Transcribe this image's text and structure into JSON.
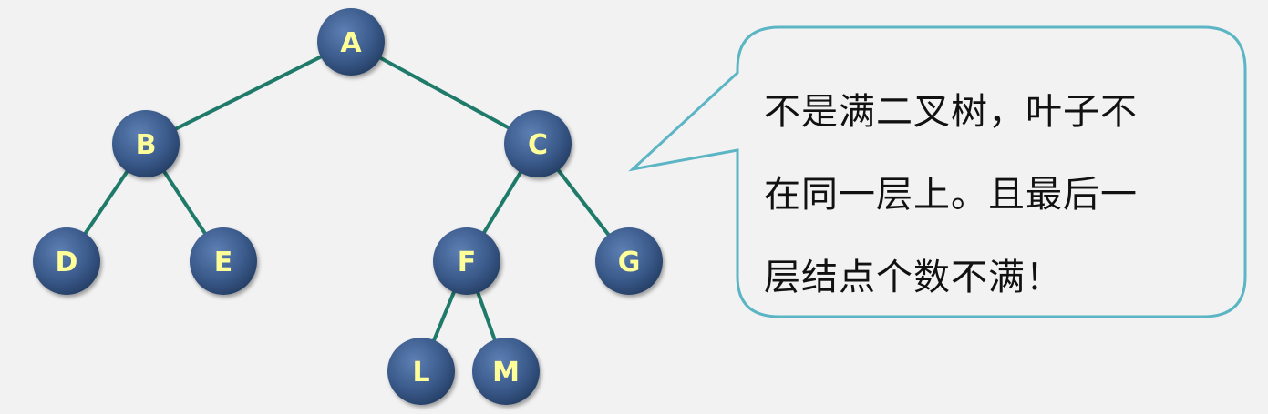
{
  "tree": {
    "nodes": [
      {
        "id": "A",
        "label": "A"
      },
      {
        "id": "B",
        "label": "B"
      },
      {
        "id": "C",
        "label": "C"
      },
      {
        "id": "D",
        "label": "D"
      },
      {
        "id": "E",
        "label": "E"
      },
      {
        "id": "F",
        "label": "F"
      },
      {
        "id": "G",
        "label": "G"
      },
      {
        "id": "L",
        "label": "L"
      },
      {
        "id": "M",
        "label": "M"
      }
    ],
    "edges": [
      [
        "A",
        "B"
      ],
      [
        "A",
        "C"
      ],
      [
        "B",
        "D"
      ],
      [
        "B",
        "E"
      ],
      [
        "C",
        "F"
      ],
      [
        "C",
        "G"
      ],
      [
        "F",
        "L"
      ],
      [
        "F",
        "M"
      ]
    ],
    "colors": {
      "node_fill": "#3b5b8c",
      "label": "#ffff99",
      "edge": "#1f7a6a"
    }
  },
  "callout": {
    "lines": [
      "不是满二叉树，叶子不",
      "在同一层上。且最后一",
      "层结点个数不满！"
    ],
    "border_color": "#5bb5c4"
  }
}
